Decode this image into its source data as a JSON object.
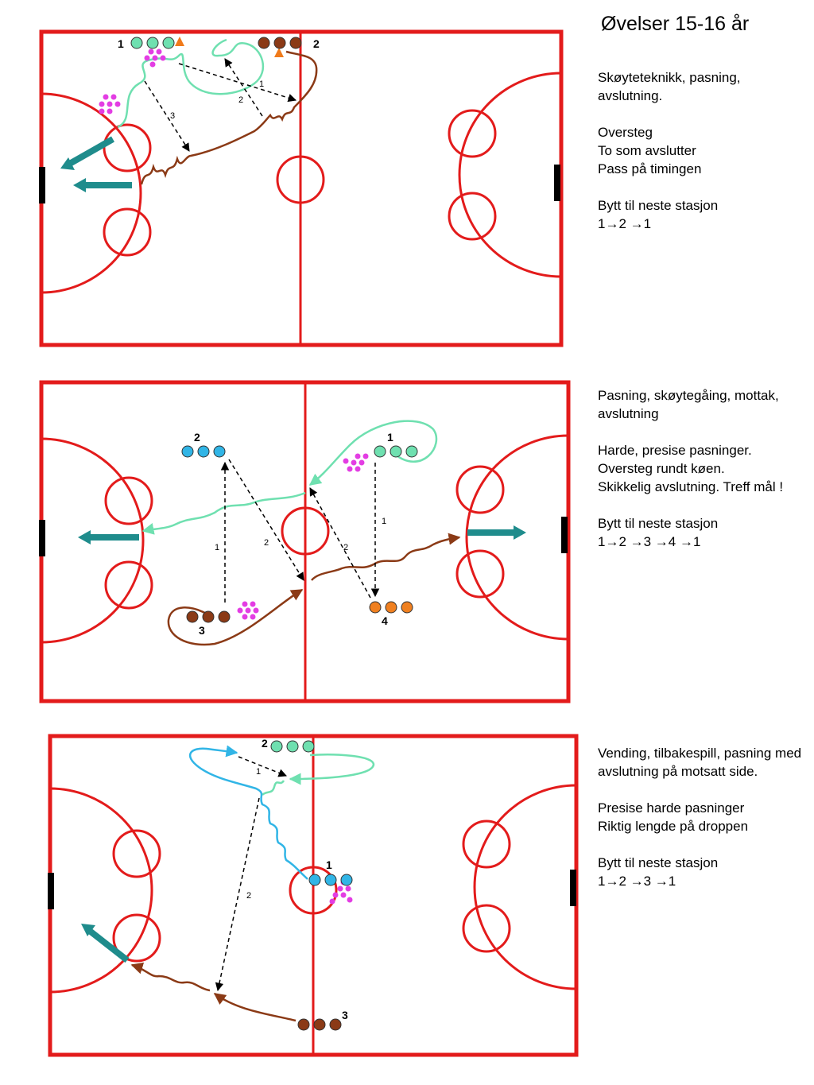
{
  "title": "Øvelser 15-16 år",
  "colors": {
    "rink": "#e31b1b",
    "teal_arrow": "#1f8c8c",
    "green_player": "#6fe0b0",
    "brown_player": "#8b3a16",
    "blue_player": "#31b5e6",
    "orange_player": "#f08020",
    "pucks": "#e33de3",
    "cone": "#f07a1a"
  },
  "drills": [
    {
      "heading": "Skøyteteknikk, pasning, avslutning.",
      "points": [
        "Oversteg",
        "To som avslutter",
        "Pass på timingen"
      ],
      "rotation_title": "Bytt til neste stasjon",
      "rotation": "1→2 →1",
      "groups": [
        {
          "label": "1",
          "color": "green_player",
          "players": 3
        },
        {
          "label": "2",
          "color": "brown_player",
          "players": 3
        }
      ],
      "pass_labels": [
        "1",
        "2",
        "3"
      ]
    },
    {
      "heading": "Pasning, skøytegåing, mottak, avslutning",
      "points": [
        "Harde, presise pasninger.",
        "Oversteg rundt køen.",
        "Skikkelig avslutning. Treff mål !"
      ],
      "rotation_title": "Bytt til neste stasjon",
      "rotation": "1→2 →3 →4 →1",
      "groups": [
        {
          "label": "1",
          "color": "green_player",
          "players": 3
        },
        {
          "label": "2",
          "color": "blue_player",
          "players": 3
        },
        {
          "label": "3",
          "color": "brown_player",
          "players": 3
        },
        {
          "label": "4",
          "color": "orange_player",
          "players": 3
        }
      ],
      "pass_labels": [
        "1",
        "2",
        "1",
        "2"
      ]
    },
    {
      "heading": "Vending, tilbakespill, pasning med avslutning på motsatt side.",
      "points": [
        "Presise harde pasninger",
        "Riktig lengde på droppen"
      ],
      "rotation_title": "Bytt til neste stasjon",
      "rotation": "1→2 →3 →1",
      "groups": [
        {
          "label": "1",
          "color": "blue_player",
          "players": 3
        },
        {
          "label": "2",
          "color": "green_player",
          "players": 3
        },
        {
          "label": "3",
          "color": "brown_player",
          "players": 3
        }
      ],
      "pass_labels": [
        "1",
        "2"
      ]
    }
  ]
}
